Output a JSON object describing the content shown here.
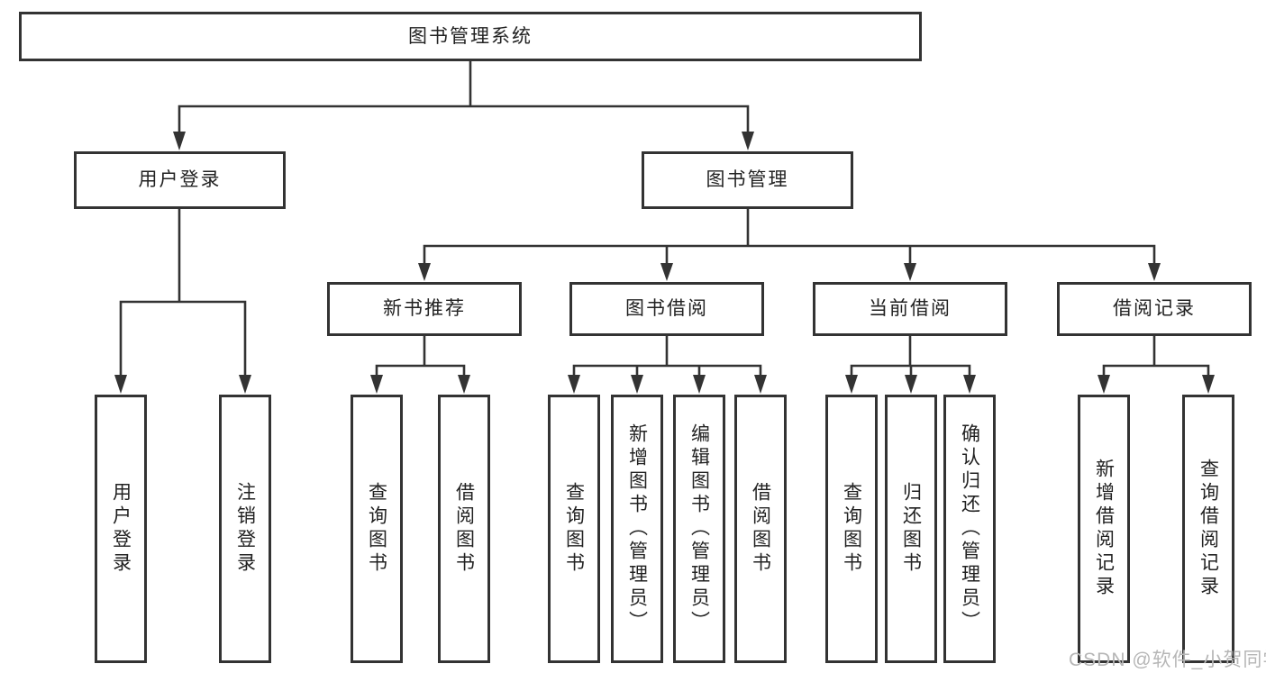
{
  "diagram": {
    "title_note": "functional structure tree of a library management system",
    "root": {
      "label": "图书管理系统"
    },
    "level2": [
      {
        "label": "用户登录"
      },
      {
        "label": "图书管理"
      }
    ],
    "level3": [
      {
        "label": "新书推荐",
        "parent": "图书管理"
      },
      {
        "label": "图书借阅",
        "parent": "图书管理"
      },
      {
        "label": "当前借阅",
        "parent": "图书管理"
      },
      {
        "label": "借阅记录",
        "parent": "图书管理"
      }
    ],
    "leaves": [
      {
        "label": "用户登录",
        "parent": "用户登录"
      },
      {
        "label": "注销登录",
        "parent": "用户登录"
      },
      {
        "label": "查询图书",
        "parent": "新书推荐"
      },
      {
        "label": "借阅图书",
        "parent": "新书推荐"
      },
      {
        "label": "查询图书",
        "parent": "图书借阅"
      },
      {
        "label": "新增图书（管理员）",
        "parent": "图书借阅"
      },
      {
        "label": "编辑图书（管理员）",
        "parent": "图书借阅"
      },
      {
        "label": "借阅图书",
        "parent": "图书借阅"
      },
      {
        "label": "查询图书",
        "parent": "当前借阅"
      },
      {
        "label": "归还图书",
        "parent": "当前借阅"
      },
      {
        "label": "确认归还（管理员）",
        "parent": "当前借阅"
      },
      {
        "label": "新增借阅记录",
        "parent": "借阅记录"
      },
      {
        "label": "查询借阅记录",
        "parent": "借阅记录"
      }
    ]
  },
  "watermark": {
    "text": "CSDN @软件_小贺同学",
    "color": "#b6b6b6"
  },
  "colors": {
    "line": "#333333",
    "box_border": "#333333",
    "text": "#222222",
    "background": "#ffffff"
  }
}
